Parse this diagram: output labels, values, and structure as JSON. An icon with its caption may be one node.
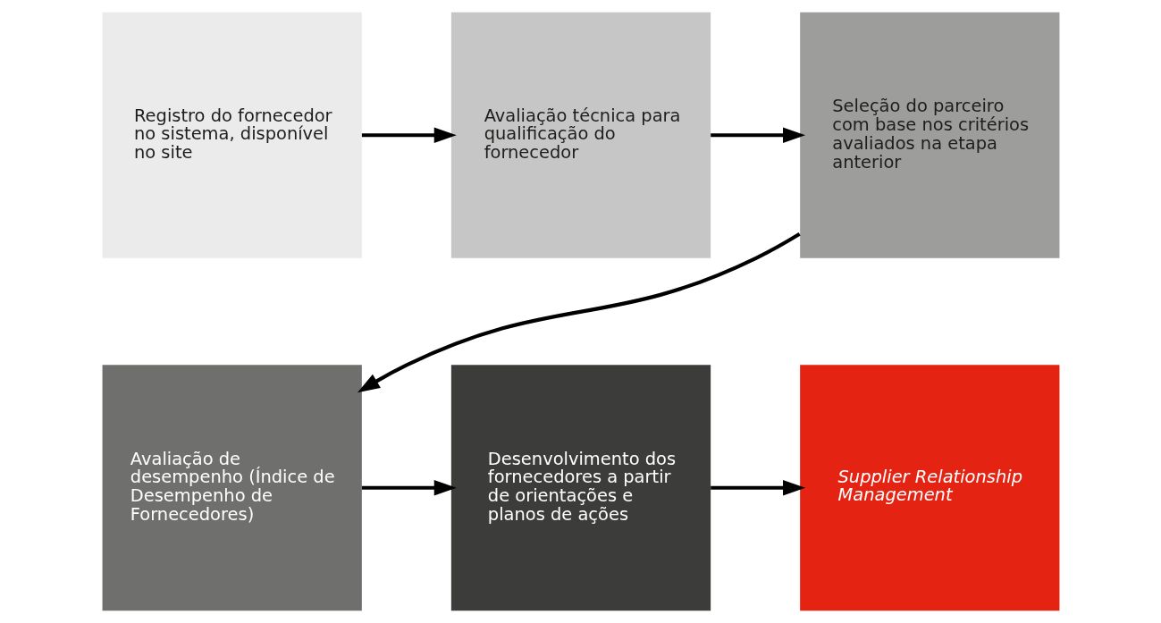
{
  "diagram": {
    "nodes": [
      {
        "text": [
          "Registro do fornecedor no sistema, disponível no site"
        ]
      },
      {
        "text": [
          "Avaliação técnica para qualificação do fornecedor"
        ]
      },
      {
        "text": [
          "Seleção do parceiro com base nos critérios avaliados na etapa anterior"
        ]
      },
      {
        "text": [
          "Avaliação de desempenho (Índice de Desempenho de Fornecedores)"
        ]
      },
      {
        "text": [
          "Desenvolvimento dos fornecedores a partir de orientações e planos de ações"
        ]
      },
      {
        "text": [
          "Supplier Relationship Management"
        ]
      }
    ],
    "edges": [
      {
        "from": 0,
        "to": 1,
        "arrow": "to"
      },
      {
        "from": 1,
        "to": 2,
        "arrow": "to"
      },
      {
        "from": 2,
        "to": 3,
        "arrow": "to"
      },
      {
        "from": 3,
        "to": 4,
        "arrow": "to"
      },
      {
        "from": 4,
        "to": 5,
        "arrow": "to"
      }
    ]
  }
}
